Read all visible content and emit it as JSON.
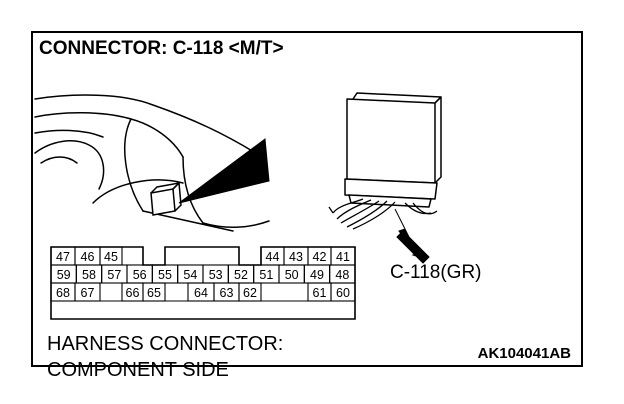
{
  "title": "CONNECTOR: C-118 <M/T>",
  "connector_label": "C-118(GR)",
  "caption_line1": "HARNESS CONNECTOR:",
  "caption_line2": "COMPONENT SIDE",
  "reference_code": "AK104041AB",
  "pins": {
    "row1": [
      "47",
      "46",
      "45",
      "44",
      "43",
      "42",
      "41"
    ],
    "row2": [
      "59",
      "58",
      "57",
      "56",
      "55",
      "54",
      "53",
      "52",
      "51",
      "50",
      "49",
      "48"
    ],
    "row3": [
      "68",
      "67",
      "66",
      "65",
      "64",
      "63",
      "62",
      "61",
      "60"
    ]
  }
}
